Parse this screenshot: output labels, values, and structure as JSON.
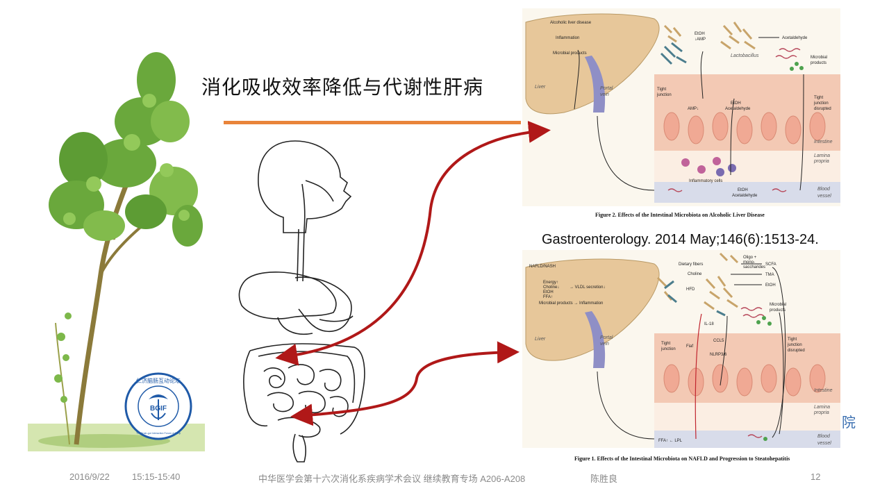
{
  "slide": {
    "title": "消化吸收效率降低与代谢性肝病",
    "citation": "Gastroenterology. 2014 May;146(6):1513-24.",
    "footer": {
      "date": "2016/9/22",
      "time": "15:15-15:40",
      "event": "中华医学会第十六次消化系疾病学术会议 继续教育专场 A206-A208",
      "speaker": "陈胜良",
      "page": "12"
    },
    "edge_fragment": "院"
  },
  "logo": {
    "top_text": "仁济脑肠互动论坛",
    "middle_text": "BGIF",
    "bottom_text": "The Brain-gut Interaction Forum of Renji"
  },
  "figure2": {
    "caption": "Figure 2. Effects of the Intestinal Microbiota on Alcoholic Liver Disease",
    "labels": {
      "ald": "Alcoholic liver disease",
      "inflammation": "Inflammation",
      "microbial_products": "Microbial products",
      "liver": "Liver",
      "portal": "Portal",
      "vein": "vein",
      "etoh_amp": "EtOH",
      "amp_plus": "↓AMP",
      "lactobacillus": "Lactobacillus",
      "acetaldehyde": "Acetaldehyde",
      "microbial": "Microbial",
      "products": "products",
      "tight": "Tight",
      "junction": "junction",
      "amp": "AMP↓",
      "etoh": "EtOH",
      "acet": "Acetaldehyde",
      "tj_disrupted_1": "Tight",
      "tj_disrupted_2": "junction",
      "tj_disrupted_3": "disrupted",
      "intestine": "Intestine",
      "lamina": "Lamina",
      "propria": "propria",
      "inflammatory_cells": "Inflammatory cells",
      "etoh_bottom": "EtOH",
      "acet_bottom": "Acetaldehyde",
      "blood": "Blood",
      "vessel": "vessel"
    }
  },
  "figure1": {
    "caption": "Figure 1. Effects of the Intestinal Microbiota on NAFLD and Progression to Steatohepatitis",
    "labels": {
      "nafld": "NAFLD/NASH",
      "energy": "Energy↑",
      "choline": "Choline↓",
      "etoh": "EtOH",
      "ffa": "FFA↑",
      "vldl": "→ VLDL secretion↓",
      "microbial_inflam": "Microbial products → Inflammation",
      "liver": "Liver",
      "portal": "Portal",
      "vein": "vein",
      "dietary_fibers": "Dietary fibers",
      "oligo": "Oligo +",
      "mono": "mono-",
      "saccharides": "saccharides",
      "scfa": "SCFA",
      "choline2": "Choline",
      "tma": "TMA",
      "hfd": "HFD",
      "etoh2": "EtOH",
      "microbial": "Microbial",
      "products": "products",
      "il18": "IL-18",
      "ccl5": "CCL5",
      "nlrp": "NLRP3/6",
      "fiaf": "Fiaf",
      "tight": "Tight",
      "junction": "junction",
      "tj_d1": "Tight",
      "tj_d2": "junction",
      "tj_d3": "disrupted",
      "intestine": "Intestine",
      "lamina": "Lamina",
      "propria": "propria",
      "blood": "Blood",
      "vessel": "vessel",
      "ffa_lpl": "FFA↑ ← LPL"
    }
  },
  "colors": {
    "accent_rule": "#e9843a",
    "arrow_red": "#b01818",
    "footer_gray": "#8a8a8a",
    "liver": "#e7c79a",
    "cells": "#f3c9b4",
    "blood": "#d8dcea",
    "logo_blue": "#1f5aa8"
  }
}
